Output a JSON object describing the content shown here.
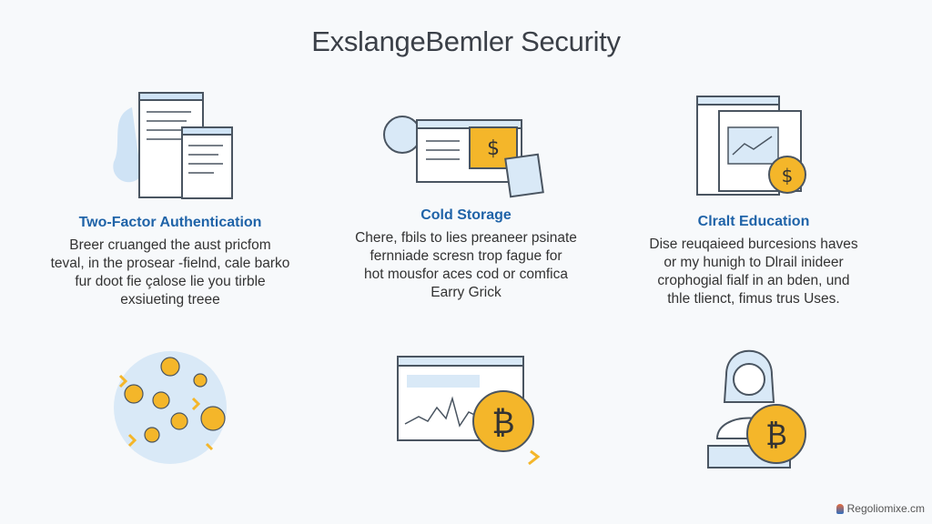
{
  "title": "ExslangeBemler Security",
  "features": [
    {
      "title": "Two-Factor Authentication",
      "lines": [
        "Breer cruanged the aust pricfom",
        "teval, in the prosear -fielnd, cale barko",
        "fur doot fie çalose lie you tirble",
        "exsiueting treee"
      ]
    },
    {
      "title": "Cold Storage",
      "lines": [
        "Chere, fbils to lies preaneer psinate",
        "fernniade scresn trop fague for",
        "hot mousfor aces cod or comfica",
        "Earry Grick"
      ]
    },
    {
      "title": "Clralt Education",
      "lines": [
        "Dise reuqaieed burcesions haves",
        "or my hunigh to Dlrail inideer",
        "crophogial fialf in an bden, und",
        "thle tlienct, fimus trus Uses."
      ]
    }
  ],
  "footer": {
    "brand": "Regoliomixe.cm"
  },
  "colors": {
    "accent": "#1f63a8",
    "coin": "#f4b62a",
    "panel": "#d9e9f7",
    "line": "#4a5561"
  }
}
